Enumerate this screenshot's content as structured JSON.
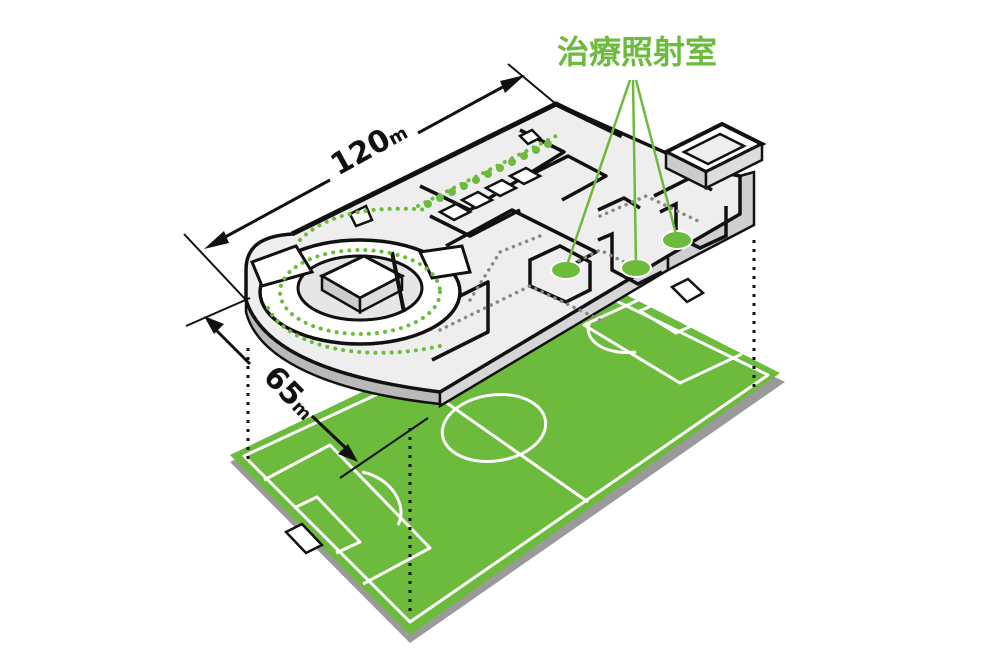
{
  "labels": {
    "room_label": "治療照射室",
    "length_value": "120",
    "length_unit": "m",
    "width_value": "65",
    "width_unit": "m"
  },
  "colors": {
    "pitch_green": "#6cbb3c",
    "accent_green": "#6cbb3c",
    "outline": "#111111",
    "building_fill": "#eeeeee",
    "shadow_grey": "#9a9a9a"
  }
}
